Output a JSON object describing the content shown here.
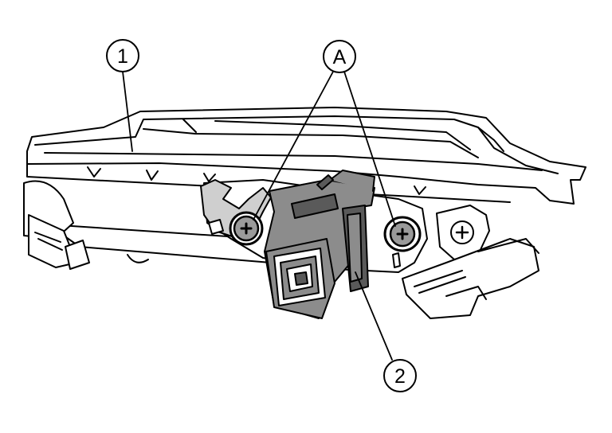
{
  "callouts": {
    "part_1": "1",
    "part_2": "2",
    "fastener_a": "A"
  },
  "colors": {
    "line": "#000000",
    "background": "#ffffff",
    "component_fill": "#8c8c8c",
    "component_dark": "#5a5a5a",
    "screw_fill": "#9a9a9a",
    "bracket_fill": "#cfcfcf"
  }
}
